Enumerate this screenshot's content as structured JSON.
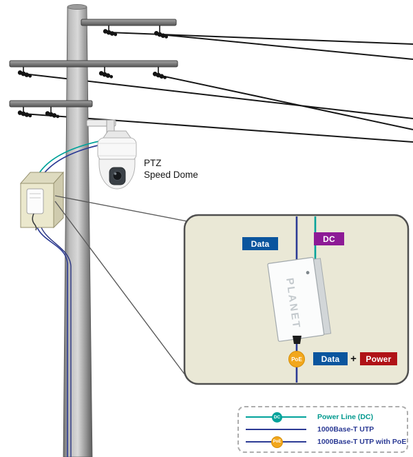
{
  "scene": {
    "camera_label_line1": "PTZ",
    "camera_label_line2": "Speed Dome"
  },
  "callout": {
    "data_in_label": "Data",
    "dc_label": "DC",
    "device_brand": "PLANET",
    "poe_badge": "PoE",
    "data_out_label": "Data",
    "plus_sign": "+",
    "power_label": "Power"
  },
  "legend": {
    "items": [
      {
        "badge": "DC",
        "label": "Power Line (DC)",
        "color": "#00998E"
      },
      {
        "badge": "",
        "label": "1000Base-T UTP",
        "color": "#2B3A94"
      },
      {
        "badge": "PoE",
        "label": "1000Base-T UTP with PoE",
        "color": "#2B3A94"
      }
    ]
  },
  "colors": {
    "power_line_dc": "#00A29A",
    "utp_blue": "#2B3A94",
    "data_badge_bg": "#0B559E",
    "dc_badge_bg": "#8D1A96",
    "power_badge_bg": "#B01217",
    "poe_badge_bg": "#F2A71C",
    "callout_bg": "#EAE8D6",
    "pole_gray": "#9B9B9B"
  }
}
